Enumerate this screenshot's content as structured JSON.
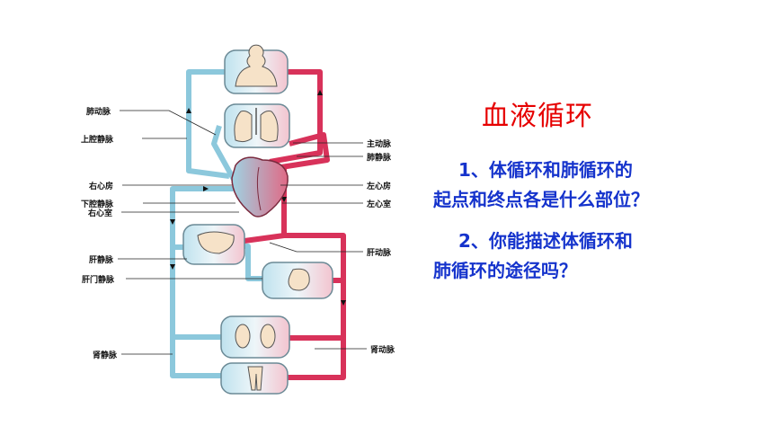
{
  "title": "血液循环",
  "questions": [
    {
      "line1": "1、体循环和肺循环的",
      "line2": "起点和终点各是什么部位？"
    },
    {
      "line1": "2、你能描述体循环和",
      "line2": "肺循环的途径吗？"
    }
  ],
  "diagram_labels": {
    "pulmonary_artery": "肺动脉",
    "superior_vena_cava": "上腔静脉",
    "aorta": "主动脉",
    "pulmonary_vein": "肺静脉",
    "right_atrium": "右心房",
    "left_atrium": "左心房",
    "inferior_vena_cava": "下腔静脉",
    "left_ventricle": "左心室",
    "right_ventricle": "右心室",
    "hepatic_vein": "肝静脉",
    "hepatic_artery": "肝动脉",
    "hepatic_portal_vein": "肝门静脉",
    "renal_vein": "肾静脉",
    "renal_artery": "肾动脉"
  },
  "colors": {
    "title": "#e60000",
    "question_text": "#1533cc",
    "arterial": "#d8325a",
    "venous": "#8cc8dc"
  }
}
